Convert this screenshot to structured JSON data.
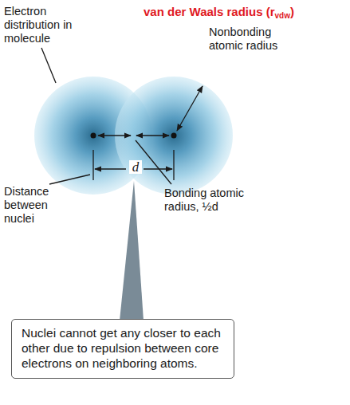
{
  "diagram": {
    "nodes": [
      {
        "text": [
          "Nuclei cannot get any closer to each other due to repulsion between core electrons on neighboring atoms."
        ]
      }
    ],
    "labels": [
      "Electron distribution in molecule",
      "van der Waals radius",
      "(r",
      "vdw",
      ")",
      "Nonbonding atomic radius",
      "d",
      "Distance between nuclei",
      "Bonding atomic radius, ½d"
    ]
  }
}
